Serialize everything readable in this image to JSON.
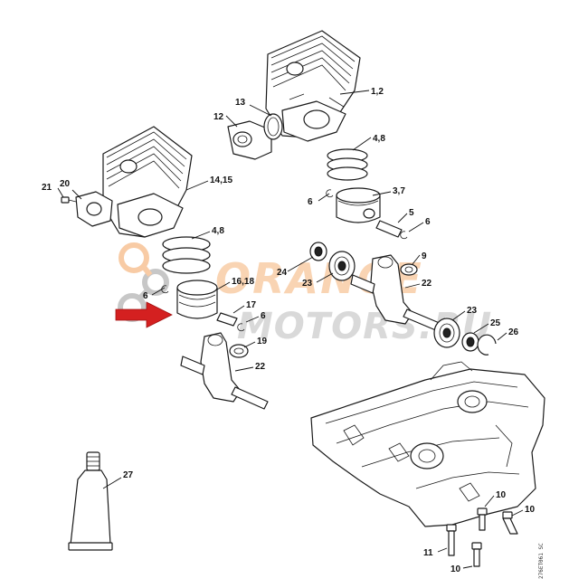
{
  "colors": {
    "arrow": "#d42020",
    "watermark_orange": "#f3a25c",
    "watermark_gray": "#9a9a9a"
  },
  "watermark": {
    "word1": "ORANGE",
    "word2": "MOTORS.RU"
  },
  "drawing_code": "276ET061 SC",
  "callouts": {
    "c1": "1,2",
    "c2": "12",
    "c3": "13",
    "c4": "4,8",
    "c5": "6",
    "c6": "3,7",
    "c7": "5",
    "c8": "6",
    "c9": "21",
    "c10": "20",
    "c11": "14,15",
    "c12": "4,8",
    "c13": "6",
    "c14": "16,18",
    "c15": "17",
    "c16": "6",
    "c17": "19",
    "c18": "22",
    "c19": "24",
    "c20": "23",
    "c21": "9",
    "c22": "22",
    "c23": "23",
    "c24": "25",
    "c25": "26",
    "c26": "27",
    "c27": "10",
    "c28": "10",
    "c29": "11",
    "c30": "10"
  }
}
